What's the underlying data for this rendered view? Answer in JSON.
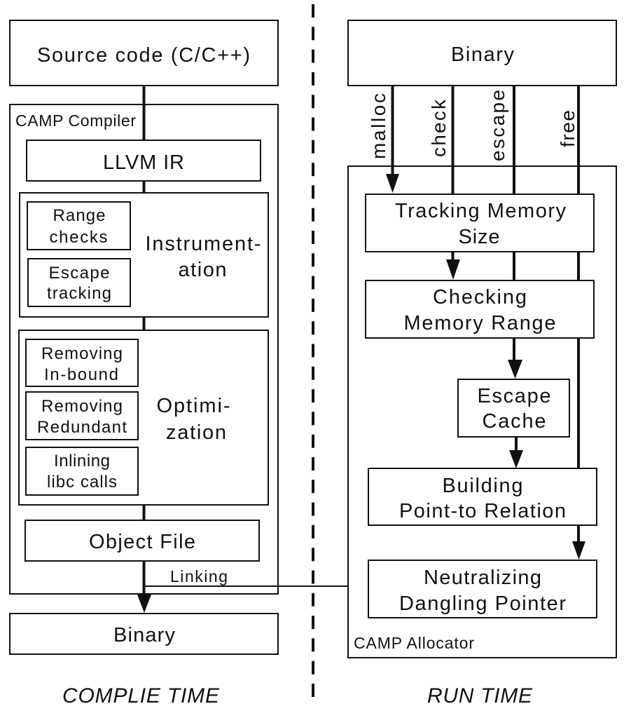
{
  "colors": {
    "ink": "#111111",
    "paper": "#ffffff"
  },
  "compile_time": {
    "caption": "COMPLIE TIME",
    "source_box": "Source code (C/C++)",
    "compiler": {
      "label": "CAMP Compiler",
      "llvm_ir": "LLVM IR",
      "instrumentation": {
        "title_lines": [
          "Instrument-",
          "ation"
        ],
        "steps": [
          {
            "lines": [
              "Range",
              "checks"
            ]
          },
          {
            "lines": [
              "Escape",
              "tracking"
            ]
          }
        ]
      },
      "optimization": {
        "title_lines": [
          "Optimi-",
          "zation"
        ],
        "steps": [
          {
            "lines": [
              "Removing",
              "In-bound"
            ]
          },
          {
            "lines": [
              "Removing",
              "Redundant"
            ]
          },
          {
            "lines": [
              "Inlining",
              "libc calls"
            ]
          }
        ]
      },
      "object_file": "Object File"
    },
    "linking_label": "Linking",
    "output_box": "Binary"
  },
  "run_time": {
    "caption": "RUN TIME",
    "input_box": "Binary",
    "calls": [
      "malloc",
      "check",
      "escape",
      "free"
    ],
    "allocator": {
      "label": "CAMP Allocator",
      "stages": [
        {
          "lines": [
            "Tracking Memory",
            "Size"
          ]
        },
        {
          "lines": [
            "Checking",
            "Memory Range"
          ]
        },
        {
          "lines": [
            "Escape",
            "Cache"
          ]
        },
        {
          "lines": [
            "Building",
            "Point-to Relation"
          ]
        },
        {
          "lines": [
            "Neutralizing",
            "Dangling Pointer"
          ]
        }
      ]
    }
  }
}
